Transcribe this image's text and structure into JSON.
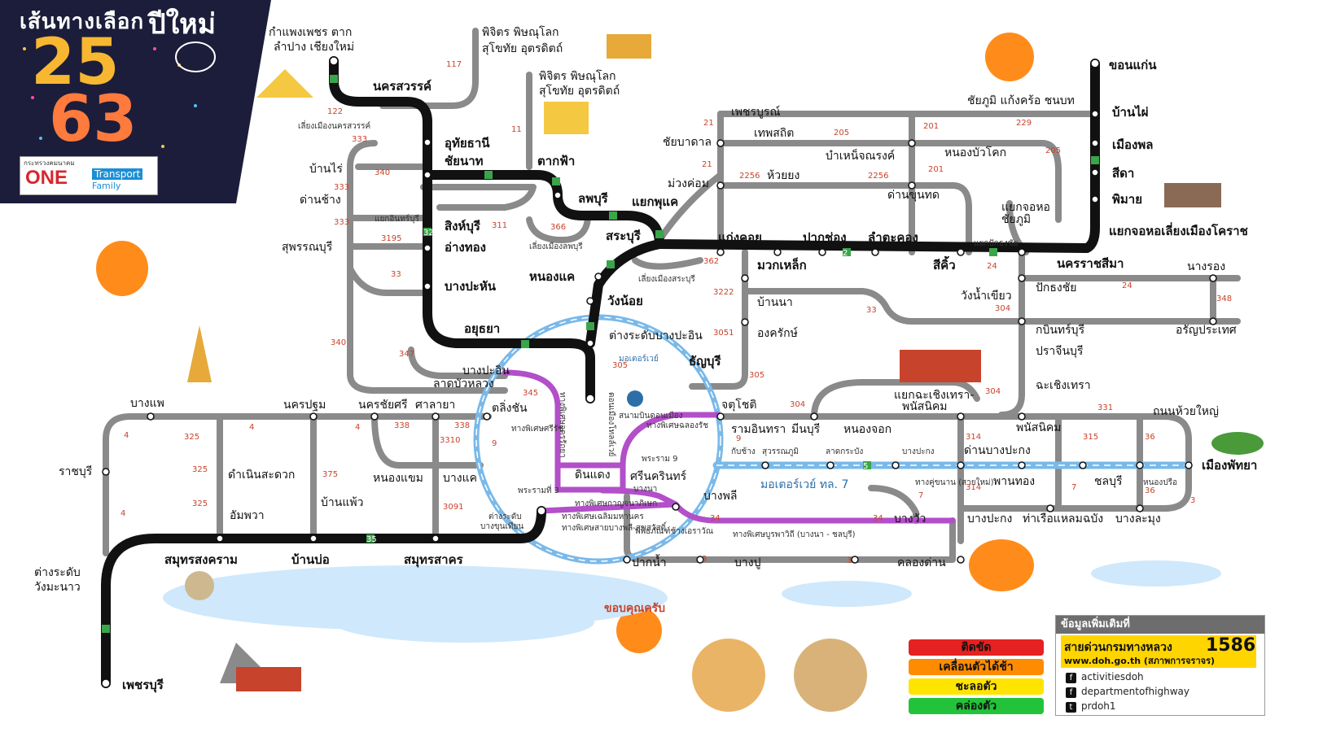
{
  "title": {
    "line1": "เส้นทางเลือก",
    "line2": "ปีใหม่",
    "year_top": "25",
    "year_bottom": "63"
  },
  "logo": {
    "ministry": "กระทรวงคมนาคม",
    "one": "ONE",
    "transport": "Transport",
    "family": "Family"
  },
  "colors": {
    "title_bg": "#1c1d3a",
    "main_route": "#111111",
    "alt_route": "#8a8a8a",
    "ring_road": "#7ab9e8",
    "special_route": "#b24fc9",
    "motorway": "#7ab9e8",
    "route_marker": "#3aa54a"
  },
  "stations": {
    "kamphaeng": "กำแพงเพชร ตาก",
    "lampang": "ลำปาง เชียงใหม่",
    "phichit1": "พิจิตร พิษณุโลก",
    "sukhothai1": "สุโขทัย อุตรดิตถ์",
    "phichit2": "พิจิตร พิษณุโลก",
    "sukhothai2": "สุโขทัย อุตรดิตถ์",
    "nakhon_sawan": "นครสวรรค์",
    "bypass_ns": "เลี่ยงเมืองนครสวรรค์",
    "uthai": "อุทัยธานี",
    "chai_nat": "ชัยนาท",
    "takfa": "ตากฟ้า",
    "ban_rai": "บ้านไร่",
    "dan_chang": "ด่านช้าง",
    "lopburi": "ลพบุรี",
    "yaek_phu_kae": "แยกพุแค",
    "sing_buri": "สิงห์บุรี",
    "ang_thong": "อ่างทอง",
    "yaek_inburi": "แยกอินทร์บุรี",
    "bypass_lb": "เลี่ยงเมืองลพบุรี",
    "saraburi": "สระบุรี",
    "bypass_sb": "เลี่ยงเมืองสระบุรี",
    "suphanburi": "สุพรรณบุรี",
    "bang_pahan": "บางปะหัน",
    "nong_khae": "หนองแค",
    "wang_noi": "วังน้อย",
    "ayutthaya": "อยุธยา",
    "bang_pa_in_ic": "ต่างระดับบางปะอิน",
    "thanyaburi": "ธัญบุรี",
    "bang_pa_in": "บางปะอิน",
    "lat_bua_luang": "ลาดบัวหลวง",
    "phetchabun": "เพชรบูรณ์",
    "thep_sathit": "เทพสถิต",
    "chaiyadan": "ชัยบาดาล",
    "bamnet": "บำเหน็จณรงค์",
    "muang_khom": "ม่วงค่อม",
    "huai_yong": "ห้วยยง",
    "dan_khun_thot": "ด่านขุนทด",
    "nong_bua_khok": "หนองบัวโคก",
    "kaeng_khoi": "แก่งคอย",
    "pak_chong": "ปากช่อง",
    "lam_ta_khong": "ลำตะคอง",
    "muak_lek": "มวกเหล็ก",
    "si_khio": "สีคิ้ว",
    "yaek_pakthongchai": "แยกปักธงชัย",
    "nakhon_ratchasima": "นครราชสีมา",
    "wang_nam_khiao": "วังน้ำเขียว",
    "khon_kaen": "ขอนแก่น",
    "chaiyaphum": "ชัยภูมิ แก้งคร้อ ชนบท",
    "ban_phai": "บ้านไผ่",
    "mueang_phon": "เมืองพล",
    "sida": "สีดา",
    "phimai": "พิมาย",
    "yaek_chorakhe_chaiyaphum": "แยกจอหอ",
    "chaiyaphum2": "ชัยภูมิ",
    "yaek_chorakhe_bypass": "แยกจอหอเลี่ยงเมืองโคราช",
    "nang_rong": "นางรอง",
    "pak_thong_chai": "ปักธงชัย",
    "kabinburi": "กบินทร์บุรี",
    "aranyaprathet": "อรัญประเทศ",
    "prachinburi": "ปราจีนบุรี",
    "chachoengsao": "ฉะเชิงเทรา",
    "ban_na": "บ้านนา",
    "ongkharak": "องครักษ์",
    "yaek_chachoengsao": "แยกฉะเชิงเทรา-",
    "phanat_nikhom1": "พนัสนิคม",
    "bang_phae": "บางแพ",
    "nakhon_pathom": "นครปฐม",
    "nakhon_chai_si": "นครชัยศรี",
    "sala_ya": "ศาลายา",
    "taling_chan": "ตลิ่งชัน",
    "chatuchot": "จตุโชติ",
    "ram_inthra": "รามอินทรา",
    "minburi": "มีนบุรี",
    "nong_chok": "หนองจอก",
    "phanat_nikhom2": "พนัสนิคม",
    "thanon_huai_yai": "ถนนห้วยใหญ่",
    "ratchaburi": "ราชบุรี",
    "damnoen": "ดำเนินสะดวก",
    "ban_phaeo": "บ้านแพ้ว",
    "nong_khaem": "หนองแขม",
    "bang_khae": "บางแค",
    "din_daeng": "ดินแดง",
    "sinakarin": "ศรีนครินทร์",
    "bang_na": "บางนา",
    "rama9": "พระราม 9",
    "khlong_chan": "กับช้าง",
    "suvarnabhumi": "สุวรรณภูมิ",
    "lat_krabang": "ลาดกระบัง",
    "bang_pakong1": "บางปะกง",
    "dan_bang_pakong": "ด่านบางปะกง",
    "phan_thong": "พานทอง",
    "chonburi": "ชลบุรี",
    "pattaya": "เมืองพัทยา",
    "amphawa": "อัมพวา",
    "rama2_ic": "ต่างระดับ",
    "bang_khun_thian": "บางขุนเทียน",
    "rama3": "พระรามที่ 3",
    "bang_phli": "บางพลี",
    "bang_wua": "บางวัว",
    "bang_pakong2": "บางปะกง",
    "laem_chabang": "ท่าเรือแหลมฉบัง",
    "bang_lamung": "บางละมุง",
    "nong_pla_lai": "หนองปรือ",
    "samut_songkhram": "สมุทรสงคราม",
    "ban_bo": "บ้านบ่อ",
    "samut_sakhon": "สมุทรสาคร",
    "wang_manao1": "ต่างระดับ",
    "wang_manao2": "วังมะนาว",
    "phetchaburi": "เพชรบุรี",
    "pak_nam": "ปากน้ำ",
    "bang_pu": "บางปู",
    "khlong_dan": "คลองด่าน",
    "museum": "พิพิธภัณฑ์ช้างเอราวัณ",
    "airport": "สนามบินดอนเมือง",
    "motorway7": "มอเตอร์เวย์ ทล. 7",
    "motorway9": "มอเตอร์เวย์",
    "expressway_vertical1": "ทางพิเศษอุดรรัถยา",
    "expressway_vertical2": "ดอนเมืองโทลล์เวย์",
    "expressway_si_rat": "ทางพิเศษศรีรัช",
    "expressway_kanchana": "ทางพิเศษกาญจนาภิเษก",
    "expressway_chalerm": "ทางพิเศษเฉลิมมหานคร",
    "expressway_burapha": "ทางพิเศษบูรพาวิถี (บางนา - ชลบุรี)",
    "expressway_bangphli": "ทางพิเศษสายบางพลี-สุขสวัสดิ์",
    "expressway_chalong": "ทางพิเศษฉลองรัช",
    "expressway_srirat2": "ทางพิเศษศรีรัช",
    "new_road": "ทางคู่ขนาน (สายใหม่)",
    "thank_you": "ขอบคุณครับ"
  },
  "route_numbers": [
    "117",
    "11",
    "122",
    "333",
    "340",
    "333",
    "333",
    "3195",
    "33",
    "347",
    "345",
    "340",
    "21",
    "205",
    "2256",
    "2256",
    "201",
    "229",
    "205",
    "201",
    "21",
    "362",
    "3222",
    "3051",
    "305",
    "305",
    "304",
    "24",
    "33",
    "24",
    "348",
    "304",
    "304",
    "331",
    "338",
    "338",
    "3310",
    "325",
    "325",
    "325",
    "375",
    "3091",
    "4",
    "4",
    "4",
    "4",
    "9",
    "9",
    "314",
    "314",
    "315",
    "36",
    "36",
    "34",
    "34",
    "3",
    "3",
    "3",
    "7",
    "7",
    "1",
    "32",
    "35",
    "2",
    "5",
    "311",
    "366"
  ],
  "legend": [
    {
      "label": "ติดขัด",
      "color": "#e52121"
    },
    {
      "label": "เคลื่อนตัวได้ช้า",
      "color": "#ff8c00"
    },
    {
      "label": "ชะลอตัว",
      "color": "#ffe400"
    },
    {
      "label": "คล่องตัว",
      "color": "#22c33b"
    }
  ],
  "info": {
    "header": "ข้อมูลเพิ่มเติมที่",
    "hotline_label": "สายด่วนกรมทางหลวง",
    "hotline_number": "1586",
    "website": "www.doh.go.th (สภาพการจราจร)",
    "social": [
      {
        "icon": "facebook-icon",
        "text": "activitiesdoh"
      },
      {
        "icon": "facebook-icon",
        "text": "departmentofhighway"
      },
      {
        "icon": "twitter-icon",
        "text": "prdoh1"
      }
    ]
  }
}
